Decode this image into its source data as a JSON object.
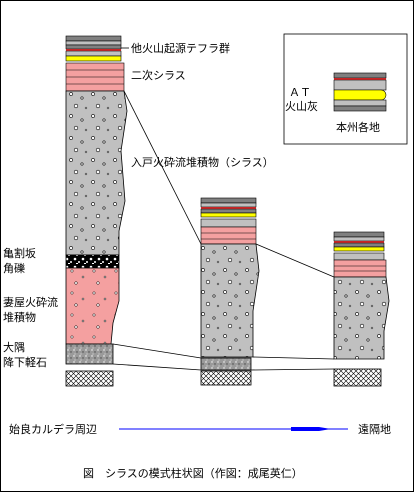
{
  "labels": {
    "other_tephra": "他火山起源テフラ群",
    "secondary_shirasu": "二次シラス",
    "ito_pyroclastic": "入戸火砕流堆積物（シラス）",
    "kamewarizaka_line1": "亀割坂",
    "kamewarizaka_line2": "角礫",
    "tsumaya_line1": "妻屋火砕流",
    "tsumaya_line2": "堆積物",
    "osumi_line1": "大隅",
    "osumi_line2": "降下軽石"
  },
  "legend": {
    "at_line1": "ＡＴ",
    "at_line2": "火山灰",
    "region": "本州各地"
  },
  "axis": {
    "left": "始良カルデラ周辺",
    "right": "遠隔地"
  },
  "caption": "図　シラスの模式柱状図（作図：成尾英仁）",
  "colors": {
    "gray_layer": "#c0c0c0",
    "dark_band": "#808080",
    "pink": "#f4a0a0",
    "yellow": "#ffff00",
    "arrow": "#0000ff",
    "red_line": "#ff0000"
  }
}
